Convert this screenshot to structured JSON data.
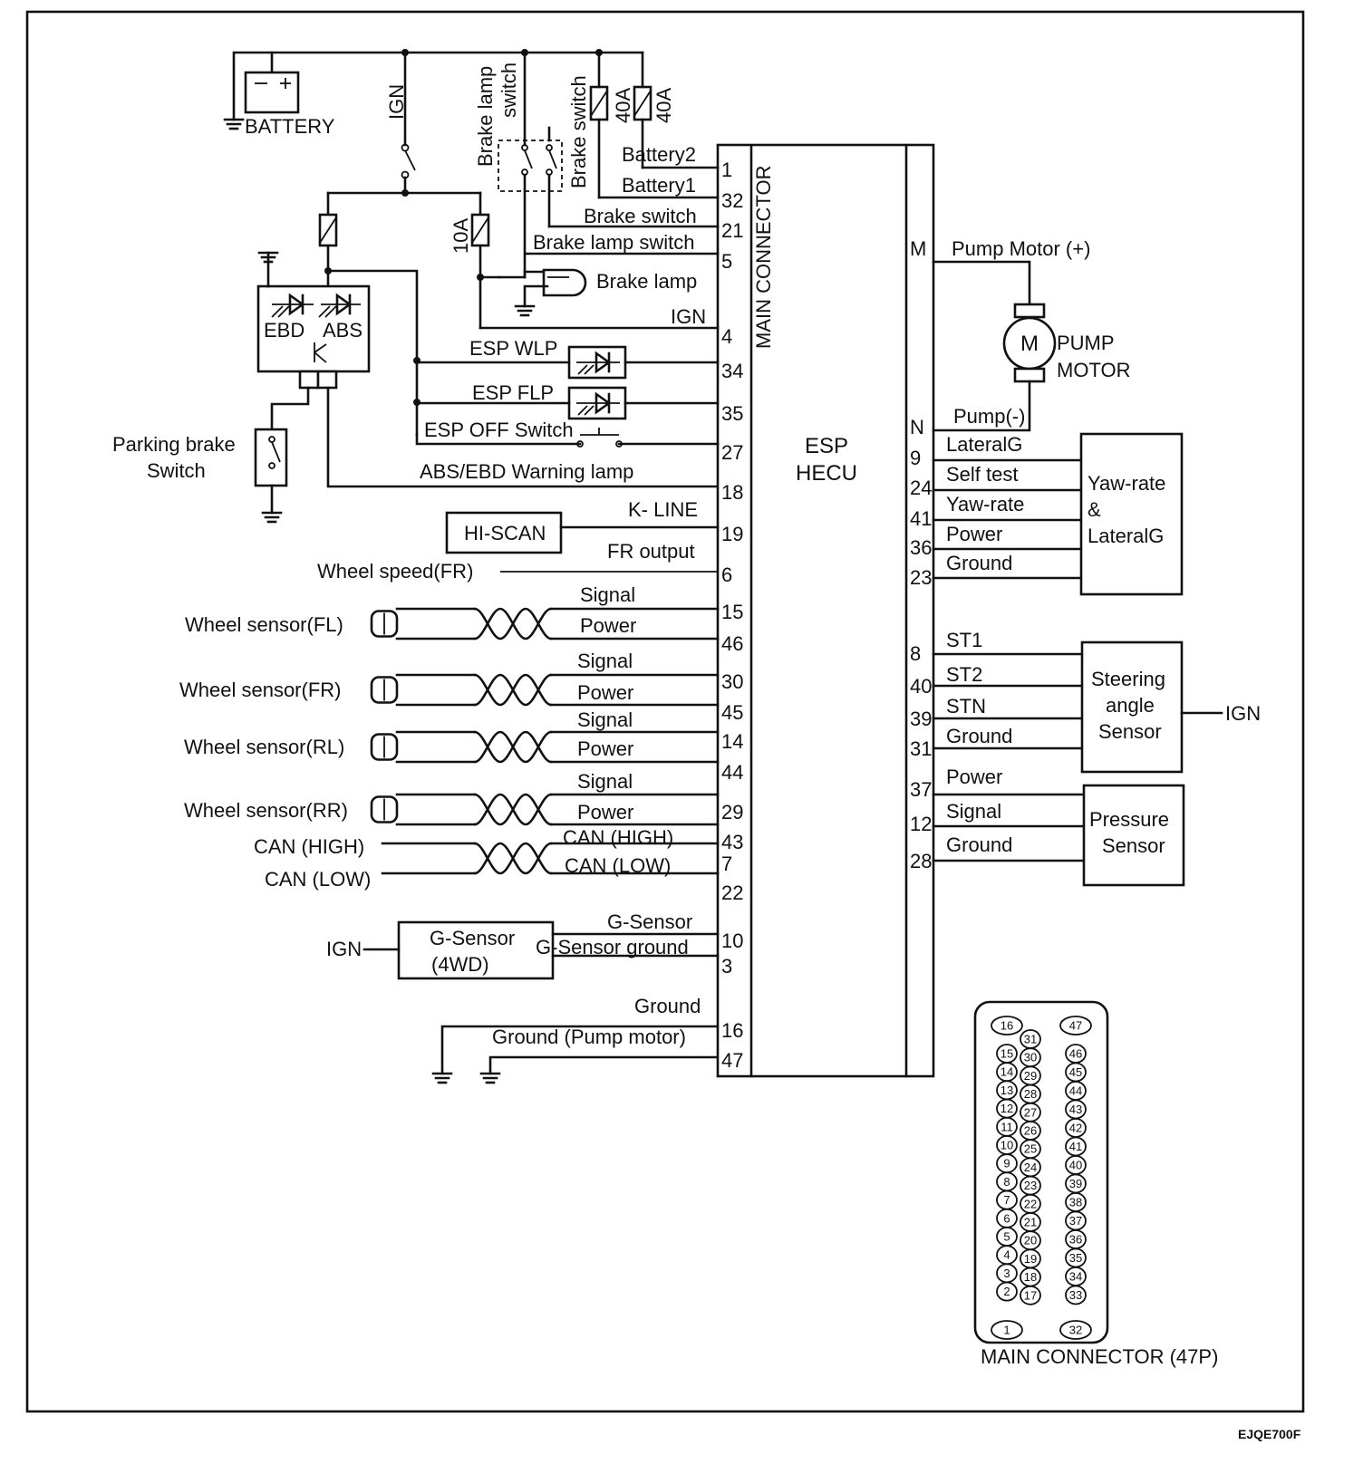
{
  "battery_label": "BATTERY",
  "ign": "IGN",
  "switch_labels": {
    "brake_lamp_switch": [
      "Brake lamp",
      "switch"
    ],
    "brake_switch": "Brake switch"
  },
  "fuses": {
    "f40a_1": "40A",
    "f40a_2": "40A",
    "f10a": "10A"
  },
  "warning_lamp_module": {
    "ebd": "EBD",
    "abs": "ABS"
  },
  "parking_brake": [
    "Parking brake",
    "Switch"
  ],
  "brake_lamp": "Brake lamp",
  "hi_scan": "HI-SCAN",
  "g_sensor": [
    "G-Sensor",
    "(4WD)"
  ],
  "main_connector_label": "MAIN CONNECTOR",
  "hecu": [
    "ESP",
    "HECU"
  ],
  "left_wires": [
    {
      "label": "Battery2",
      "pin": "1"
    },
    {
      "label": "Battery1",
      "pin": "32"
    },
    {
      "label": "Brake switch",
      "pin": "21"
    },
    {
      "label": "Brake lamp switch",
      "pin": "5"
    },
    {
      "label": "IGN",
      "pin": "4"
    },
    {
      "label": "ESP WLP",
      "pin": "34"
    },
    {
      "label": "ESP FLP",
      "pin": "35"
    },
    {
      "label": "ESP OFF Switch",
      "pin": "27"
    },
    {
      "label": "ABS/EBD Warning lamp",
      "pin": "18"
    },
    {
      "label": "K- LINE",
      "pin": "19"
    },
    {
      "label": "FR output",
      "pin": "6"
    },
    {
      "label": "Signal",
      "pin": "15"
    },
    {
      "label": "Power",
      "pin": "46"
    },
    {
      "label": "Signal",
      "pin": "30"
    },
    {
      "label": "Power",
      "pin": "45"
    },
    {
      "label": "Signal",
      "pin": "14"
    },
    {
      "label": "Power",
      "pin": "44"
    },
    {
      "label": "Signal",
      "pin": "29"
    },
    {
      "label": "Power",
      "pin": "43"
    },
    {
      "label": "CAN (HIGH)",
      "pin": "7"
    },
    {
      "label": "CAN (LOW)",
      "pin": "22"
    },
    {
      "label": "G-Sensor",
      "pin": "10"
    },
    {
      "label": "G-Sensor ground",
      "pin": "3"
    },
    {
      "label": "Ground",
      "pin": "16"
    },
    {
      "label": "Ground (Pump motor)",
      "pin": "47"
    }
  ],
  "wheel_speed_fr": "Wheel speed(FR)",
  "wheel_sensors": [
    "Wheel sensor(FL)",
    "Wheel sensor(FR)",
    "Wheel sensor(RL)",
    "Wheel sensor(RR)"
  ],
  "can_left": [
    "CAN (HIGH)",
    "CAN (LOW)"
  ],
  "right_wires": [
    {
      "pin": "M",
      "label": "Pump Motor (+)"
    },
    {
      "pin": "N",
      "label": "Pump(-)"
    },
    {
      "pin": "9",
      "label": "LateralG"
    },
    {
      "pin": "24",
      "label": "Self test"
    },
    {
      "pin": "41",
      "label": "Yaw-rate"
    },
    {
      "pin": "36",
      "label": "Power"
    },
    {
      "pin": "23",
      "label": "Ground"
    },
    {
      "pin": "8",
      "label": "ST1"
    },
    {
      "pin": "40",
      "label": "ST2"
    },
    {
      "pin": "39",
      "label": "STN"
    },
    {
      "pin": "31",
      "label": "Ground"
    },
    {
      "pin": "37",
      "label": "Power"
    },
    {
      "pin": "12",
      "label": "Signal"
    },
    {
      "pin": "28",
      "label": "Ground"
    }
  ],
  "pump_motor": {
    "symbol": "M",
    "label": [
      "PUMP",
      "MOTOR"
    ]
  },
  "yaw_sensor": [
    "Yaw-rate",
    "&",
    "LateralG"
  ],
  "steering_sensor": [
    "Steering",
    "angle",
    "Sensor"
  ],
  "steering_ign": "IGN",
  "pressure_sensor": [
    "Pressure",
    "Sensor"
  ],
  "connector_pins": {
    "left_col": [
      "16",
      "15",
      "14",
      "13",
      "12",
      "11",
      "10",
      "9",
      "8",
      "7",
      "6",
      "5",
      "4",
      "3",
      "2",
      "1"
    ],
    "mid_col": [
      "31",
      "30",
      "29",
      "28",
      "27",
      "26",
      "25",
      "24",
      "23",
      "22",
      "21",
      "20",
      "19",
      "18",
      "17"
    ],
    "right_col": [
      "47",
      "46",
      "45",
      "44",
      "43",
      "42",
      "41",
      "40",
      "39",
      "38",
      "37",
      "36",
      "35",
      "34",
      "33",
      "32"
    ]
  },
  "connector_caption": "MAIN CONNECTOR (47P)",
  "footer_code": "EJQE700F"
}
